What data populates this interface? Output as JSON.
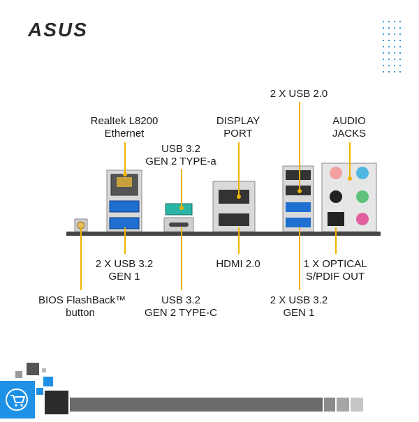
{
  "brand": {
    "logo_text": "ASUS"
  },
  "labels": {
    "realtek": [
      "Realtek L8200",
      "Ethernet"
    ],
    "usb_typea": [
      "USB 3.2",
      "GEN 2 TYPE-a"
    ],
    "display_port": [
      "DISPLAY",
      "PORT"
    ],
    "usb20": [
      "2 X USB 2.0"
    ],
    "audio": [
      "AUDIO",
      "JACKS"
    ],
    "usb32_left": [
      "2 X USB 3.2",
      "GEN 1"
    ],
    "hdmi": [
      "HDMI 2.0"
    ],
    "optical": [
      "1 X OPTICAL",
      "S/PDIF OUT"
    ],
    "bios": [
      "BIOS FlashBack™",
      "button"
    ],
    "usb_typec": [
      "USB 3.2",
      "GEN 2 TYPE-C"
    ],
    "usb32_right": [
      "2 X USB 3.2",
      "GEN 1"
    ]
  },
  "icons": {
    "cart": "shopping-cart-icon"
  },
  "colors": {
    "accent": "#f0b400",
    "usb3_blue": "#1f6fd0",
    "usb_teal": "#2bb5a6",
    "bar_dark": "#555555",
    "badge_blue": "#1e90e6"
  }
}
